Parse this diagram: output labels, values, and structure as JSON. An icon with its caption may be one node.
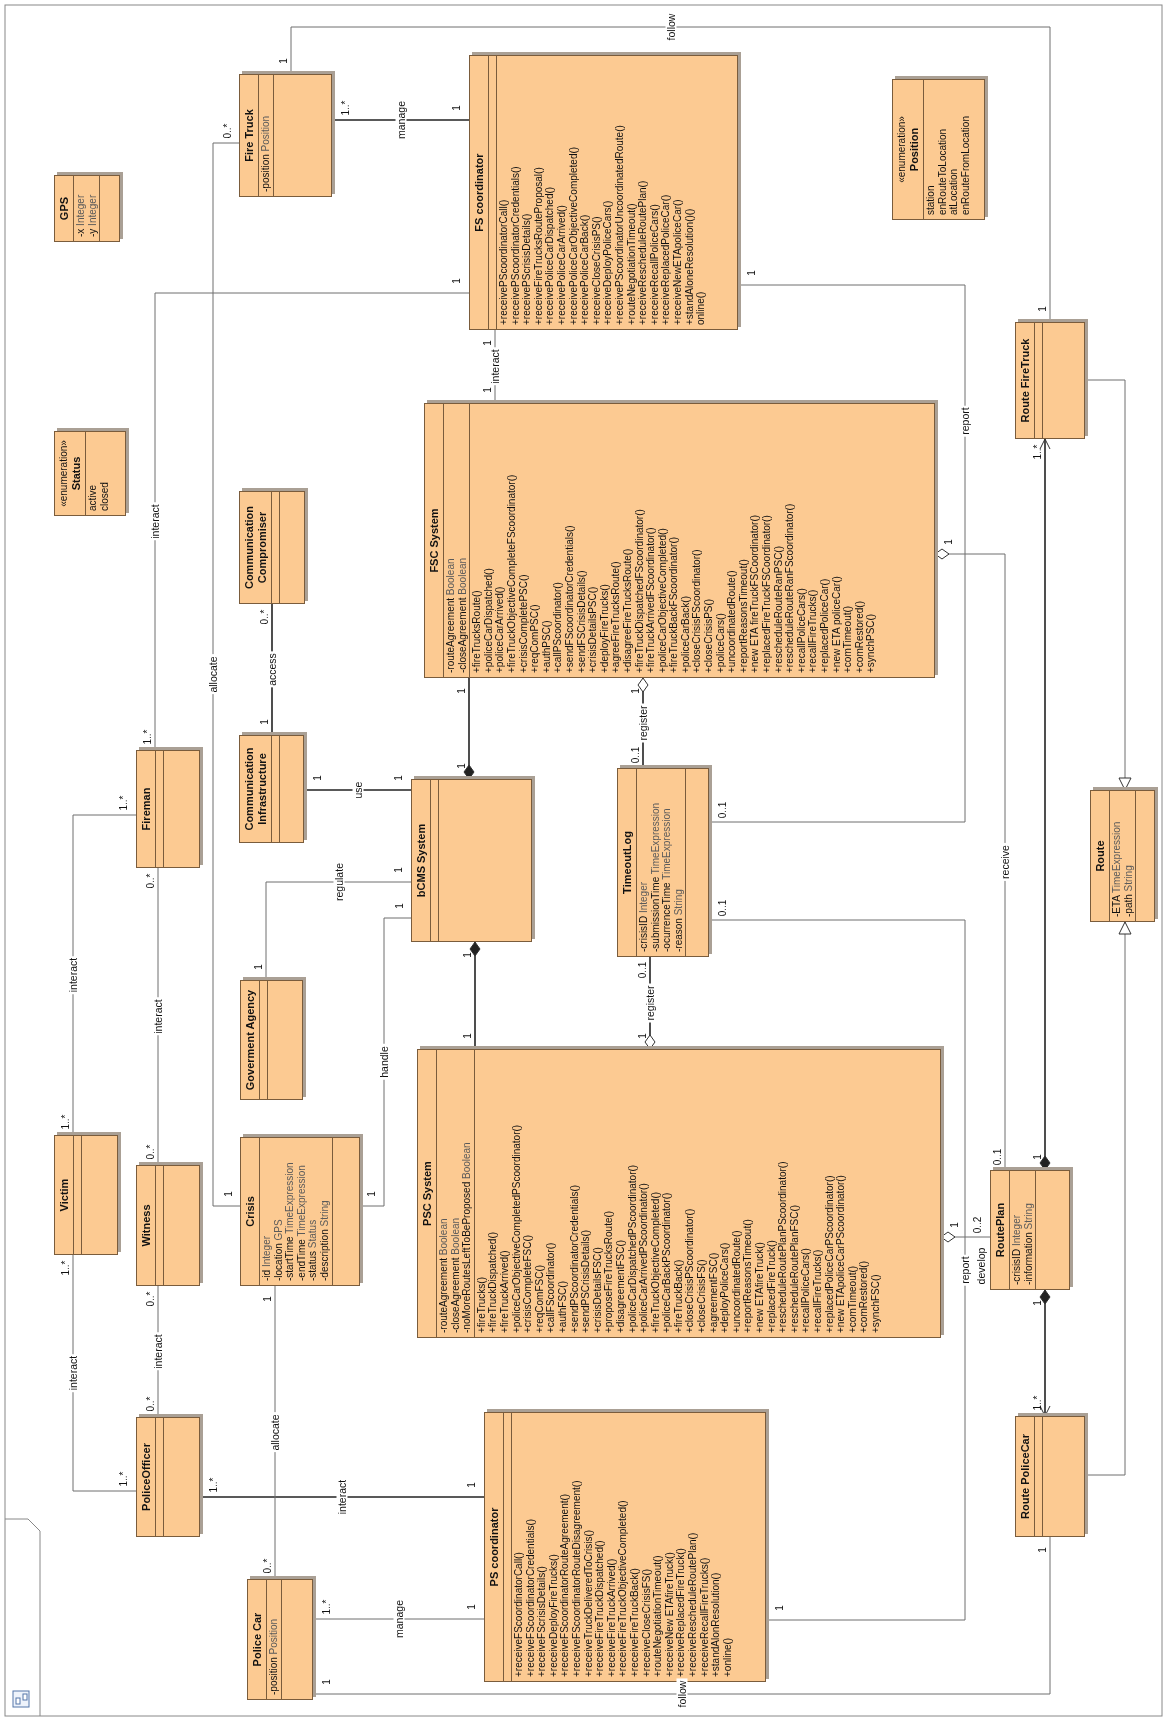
{
  "diagram": {
    "nodes": [
      {
        "text": [
          "GPS",
          "-x Integer",
          "-y Integer"
        ]
      },
      {
        "text": [
          "«enumeration»",
          "Status",
          "active",
          "closed"
        ]
      },
      {
        "text": [
          "Fire Truck",
          "-position Position"
        ]
      },
      {
        "text": [
          "FS coordinator",
          "+receivePScoordinatorCall()",
          "+receivePScoordinatorCredentials()",
          "+receivePScrisisDetails()",
          "+receiveFireTrucksRouteProposal()",
          "+receivePoliceCarDispatched()",
          "+receivePoliceCarArrived()",
          "+receivePoliceCarObjectiveCompleted()",
          "+receivePoliceCarBack()",
          "+receiveCloseCrisisPS()",
          "+receiveDeployPoliceCars()",
          "+receivePScoordinatorUncoordinatedRoute()",
          "+routeNegotiationTimeout()",
          "+receiveRescheduleRoutePlan()",
          "+receiveRecallPoliceCars()",
          "+receiveReplacedPoliceCar()",
          "+receiveNewETApoliceCar()",
          "+standAloneResolution()()",
          "online()"
        ]
      },
      {
        "text": [
          "«enumeration»",
          "Position",
          "station",
          "enRouteToLocation",
          "atLocation",
          "enRouteFromLocation"
        ]
      },
      {
        "text": [
          "Communication Compromiser"
        ]
      },
      {
        "text": [
          "Communication Infrastructure"
        ]
      },
      {
        "text": [
          "Fireman"
        ]
      },
      {
        "text": [
          "bCMS System"
        ]
      },
      {
        "text": [
          "FSC System",
          "-routeAgreement Boolean",
          "-closeAgreement Boolean",
          "+fireTrucksRoute()",
          "+policeCarDispatched()",
          "+policeCarArrived()",
          "+fireTruckObjectiveCompleteFScoordinator()",
          "+crisisCompletePSC()",
          "+reqComPSC()",
          "+authPSC()",
          "+callPScoordinator()",
          "+sendFScoordinatorCredentials()",
          "+sendFSCrisisDetails()",
          "+crisisDetailsPSC()",
          "+deployFireTrucks()",
          "+agreeFireTrucksRoute()",
          "+disagreeFireTrucksRoute()",
          "+fireTruckDispatchedFScoordinator()",
          "+fireTruckArrivedFScoordinator()",
          "+policeCarObjectiveCompleted()",
          "+fireTruckBackFScoordinator()",
          "+policeCarBack()",
          "+closeCrisisFScoordinator()",
          "+closeCrisisPS()",
          "+policeCars()",
          "+uncoordinatedRoute()",
          "+reportReasonsTimeout()",
          "+new ETA fireTruckFSCoordinator()",
          "+replacedFireTruckFSCoordinator()",
          "+rescheduleRouteRanPSC()",
          "+rescheduleRouteRanFScoordinator()",
          "+recallPoliceCars()",
          "+recallFireTrucks()",
          "+replacedPoliceCar()",
          "+new ETA policeCar()",
          "+comTimeout()",
          "+comRestored()",
          "+synchPSC()"
        ]
      },
      {
        "text": [
          "TimeoutLog",
          "-crisisID Integer",
          "-submissionTime TimeExpression",
          "-ocurrenceTime TimeExpression",
          "-reason String"
        ]
      },
      {
        "text": [
          "Route FireTruck"
        ]
      },
      {
        "text": [
          "Victim"
        ]
      },
      {
        "text": [
          "Witness"
        ]
      },
      {
        "text": [
          "Goverment Agency"
        ]
      },
      {
        "text": [
          "Crisis",
          "-id Integer",
          "-location GPS",
          "-startTime TimeExpression",
          "-endTime TimeExpression",
          "-status Status",
          "-description String"
        ]
      },
      {
        "text": [
          "PSC System",
          "-routeAgreement Boolean",
          "-closeAgreement Boolean",
          "-noMoreRoutesLeftToBeProposed Boolean",
          "+fireTrucks()",
          "+fireTruckDispatched()",
          "+fireTruckArrived()",
          "+policeCarObjectiveCompletedPScoordinator()",
          "+crisisCompleteFSC()",
          "+reqComFSC()",
          "+callFScoordinator()",
          "+authFSC()",
          "+sendPScoordinatorCredentials()",
          "+sendPSCrisisDetails()",
          "+crisisDetailsFSC()",
          "+proposeFireTrucksRoute()",
          "+disagreementFSC()",
          "+policeCarDispatchedPScoordinator()",
          "+policeCarArrivedPScoordinator()",
          "+fireTruckObjectiveCompleted()",
          "+policeCarBackPScoordinator()",
          "+fireTruckBack()",
          "+closeCrisisPScoordinator()",
          "+closeCrisisFS()",
          "+agreementFSC()",
          "+deployPoliceCars()",
          "+uncoordinatedRoute()",
          "+reportReasonsTimeout()",
          "+new ETAfireTruck()",
          "+replacedFireTruck()",
          "+rescheduleRoutePlanPScoordinator()",
          "+rescheduleRoutePlanFSC()",
          "+recallPoliceCars()",
          "+recallFireTrucks()",
          "+replacedPoliceCarPScoordinator()",
          "+new ETApoliceCarPScoordinator()",
          "+comTimeout()",
          "+comRestored()",
          "+synchFSC()"
        ]
      },
      {
        "text": [
          "Route",
          "-ETA TimeExpression",
          "-path String"
        ]
      },
      {
        "text": [
          "PoliceOfficer"
        ]
      },
      {
        "text": [
          "Police Car",
          "-position Position"
        ]
      },
      {
        "text": [
          "PS coordinator",
          "+receiveFScoordinatorCall()",
          "+receiveFScoordinatorCredentials()",
          "+receiveFScrisisDetails()",
          "+receiveDeployFireTrucks()",
          "+receiveFScoordinatorRouteAgreement()",
          "+receiveFScoordinatorRouteDisagreement()",
          "+receiveTruckDeliveredToCrisis()",
          "+receiveFireTruckDispatched()",
          "+receiveFireTruckArrived()",
          "+receiveFireTruckObjectiveCompleted()",
          "+receiveFireTruckBack()",
          "+receiveCloseCrisisFS()",
          "+routeNegotiationTimeout()",
          "+receiveNew ETAfireTruck()",
          "+receiveReplacedFireTruck()",
          "+receiveRescheduleRoutePlan()",
          "+receiveRecallFireTrucks()",
          "+standAlonResolution()",
          "+online()"
        ]
      },
      {
        "text": [
          "RoutePlan",
          "-crisisID Integer",
          "-information String"
        ]
      },
      {
        "text": [
          "Route PoliceCar"
        ]
      }
    ],
    "edges": [
      {
        "from": 2,
        "to": 3,
        "arrow": "none",
        "label": "manage",
        "color": "#222222"
      },
      {
        "from": 2,
        "to": 11,
        "arrow": "none",
        "label": "follow"
      },
      {
        "from": 7,
        "to": 3,
        "arrow": "none",
        "label": "interact"
      },
      {
        "from": 2,
        "to": 15,
        "arrow": "none",
        "label": "allocate"
      },
      {
        "from": 12,
        "to": 7,
        "arrow": "none",
        "label": "interact"
      },
      {
        "from": 13,
        "to": 7,
        "arrow": "none",
        "label": "interact"
      },
      {
        "from": 12,
        "to": 18,
        "arrow": "none",
        "label": "interact"
      },
      {
        "from": 13,
        "to": 18,
        "arrow": "none",
        "label": "interact"
      },
      {
        "from": 18,
        "to": 20,
        "arrow": "none",
        "label": "interact",
        "color": "#222222"
      },
      {
        "from": 15,
        "to": 19,
        "arrow": "none",
        "label": "allocate"
      },
      {
        "from": 19,
        "to": 20,
        "arrow": "none",
        "label": "manage"
      },
      {
        "from": 19,
        "to": 22,
        "arrow": "none",
        "label": "follow"
      },
      {
        "from": 15,
        "to": 8,
        "arrow": "none",
        "label": "handle"
      },
      {
        "from": 14,
        "to": 8,
        "arrow": "none",
        "label": "regulate"
      },
      {
        "from": 6,
        "to": 8,
        "arrow": "none",
        "label": "use",
        "color": "#222222"
      },
      {
        "from": 6,
        "to": 5,
        "arrow": "none",
        "label": "access",
        "color": "#222222"
      },
      {
        "from": 9,
        "to": 8,
        "arrow": "other",
        "color": "#222222"
      },
      {
        "from": 16,
        "to": 8,
        "arrow": "other",
        "color": "#222222"
      },
      {
        "from": 3,
        "to": 9,
        "arrow": "none",
        "label": "interact"
      },
      {
        "from": 10,
        "to": 9,
        "arrow": "other",
        "label": "register",
        "color": "#222222"
      },
      {
        "from": 10,
        "to": 16,
        "arrow": "other",
        "label": "register",
        "color": "#222222"
      },
      {
        "from": 10,
        "to": 3,
        "arrow": "none",
        "label": "report"
      },
      {
        "from": 21,
        "to": 9,
        "arrow": "other",
        "label": "receive"
      },
      {
        "from": 21,
        "to": 11,
        "arrow": "to",
        "color": "#222222"
      },
      {
        "from": 21,
        "to": 22,
        "arrow": "to",
        "color": "#222222"
      },
      {
        "from": 11,
        "to": 17,
        "arrow": "to"
      },
      {
        "from": 22,
        "to": 17,
        "arrow": "to"
      },
      {
        "from": 21,
        "to": 16,
        "arrow": "other",
        "label": "develop"
      },
      {
        "from": 10,
        "to": 20,
        "arrow": "none",
        "label": "report"
      }
    ],
    "labels": [
      "1..*",
      "1",
      "1",
      "1",
      "1..*",
      "1",
      "0..*",
      "1",
      "1..*",
      "1..*",
      "0..*",
      "0..*",
      "1..*",
      "1..*",
      "0..*",
      "0..*",
      "1..*",
      "1",
      "1",
      "0..*",
      "1..*",
      "1",
      "1",
      "1",
      "1",
      "1",
      "1",
      "1",
      "1",
      "1",
      "1",
      "0..*",
      "1",
      "1",
      "1",
      "1",
      "1",
      "1",
      "0..1",
      "1",
      "0..1",
      "1",
      "0..1",
      "1",
      "0..1",
      "1",
      "1",
      "1..*",
      "1",
      "1..*",
      "0..2",
      "1",
      "0..1",
      "1"
    ]
  }
}
